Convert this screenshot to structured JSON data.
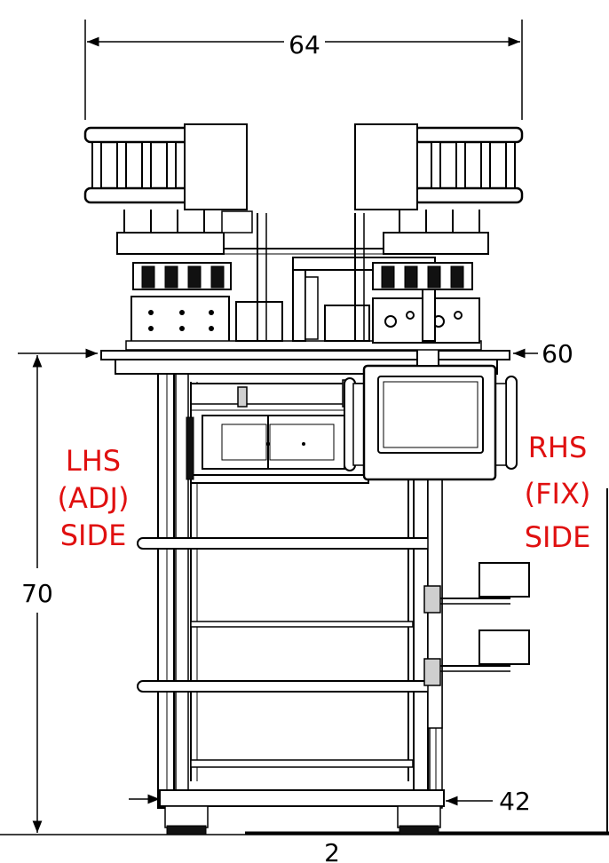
{
  "dimensions": {
    "overall_width": "64",
    "table_top": "60",
    "overall_height": "70",
    "base": "42",
    "floor": "2"
  },
  "labels": {
    "lhs": [
      "LHS",
      "(ADJ)",
      "SIDE"
    ],
    "rhs": [
      "RHS",
      "(FIX)",
      "SIDE"
    ]
  },
  "colors": {
    "side_label": "#e01010",
    "lines": "#000000"
  }
}
